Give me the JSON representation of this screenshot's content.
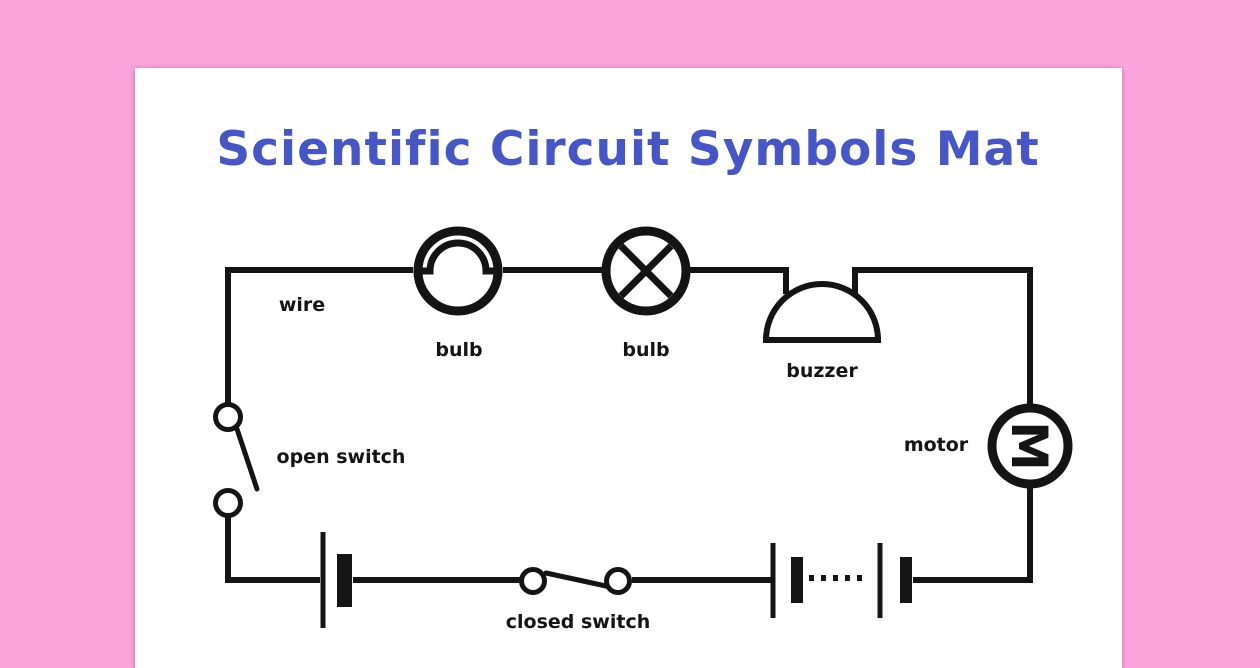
{
  "title": "Scientific Circuit Symbols Mat",
  "colors": {
    "background": "#faa5dc",
    "paper": "#ffffff",
    "title_text": "#4656c6",
    "circuit_line": "#141414"
  },
  "labels": {
    "wire": "wire",
    "bulb_left": "bulb",
    "bulb_right": "bulb",
    "buzzer": "buzzer",
    "motor": "motor",
    "open_switch": "open switch",
    "closed_switch": "closed switch"
  },
  "symbols": [
    "wire-icon",
    "bulb-filament-icon",
    "bulb-cross-icon",
    "buzzer-icon",
    "motor-icon",
    "open-switch-icon",
    "closed-switch-icon",
    "cell-icon",
    "battery-icon"
  ],
  "motor_letter": "M"
}
